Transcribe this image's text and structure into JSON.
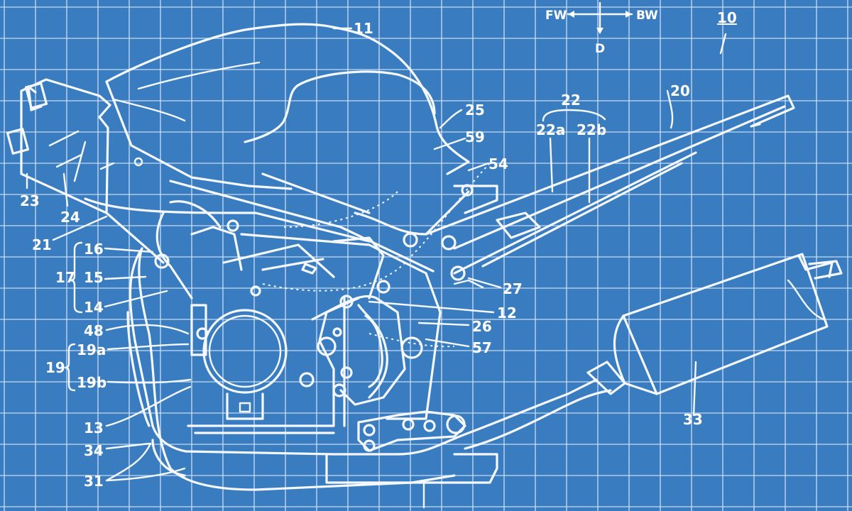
{
  "background_color": "#3a7cc0",
  "grid_color": "#d7e6f7",
  "line_color": "#f5f9ff",
  "direction_indicator": {
    "forward": "FW",
    "backward": "BW",
    "down": "D"
  },
  "figure_ref": "10",
  "labels": {
    "l11": "11",
    "l10": "10",
    "l20": "20",
    "l22": "22",
    "l22a": "22a",
    "l22b": "22b",
    "l25": "25",
    "l59": "59",
    "l54": "54",
    "l23": "23",
    "l24": "24",
    "l21": "21",
    "l16": "16",
    "l17": "17",
    "l15": "15",
    "l14": "14",
    "l48": "48",
    "l19": "19",
    "l19a": "19a",
    "l19b": "19b",
    "l13": "13",
    "l34": "34",
    "l31": "31",
    "l12": "12",
    "l26": "26",
    "l27": "27",
    "l57": "57",
    "l33": "33"
  }
}
